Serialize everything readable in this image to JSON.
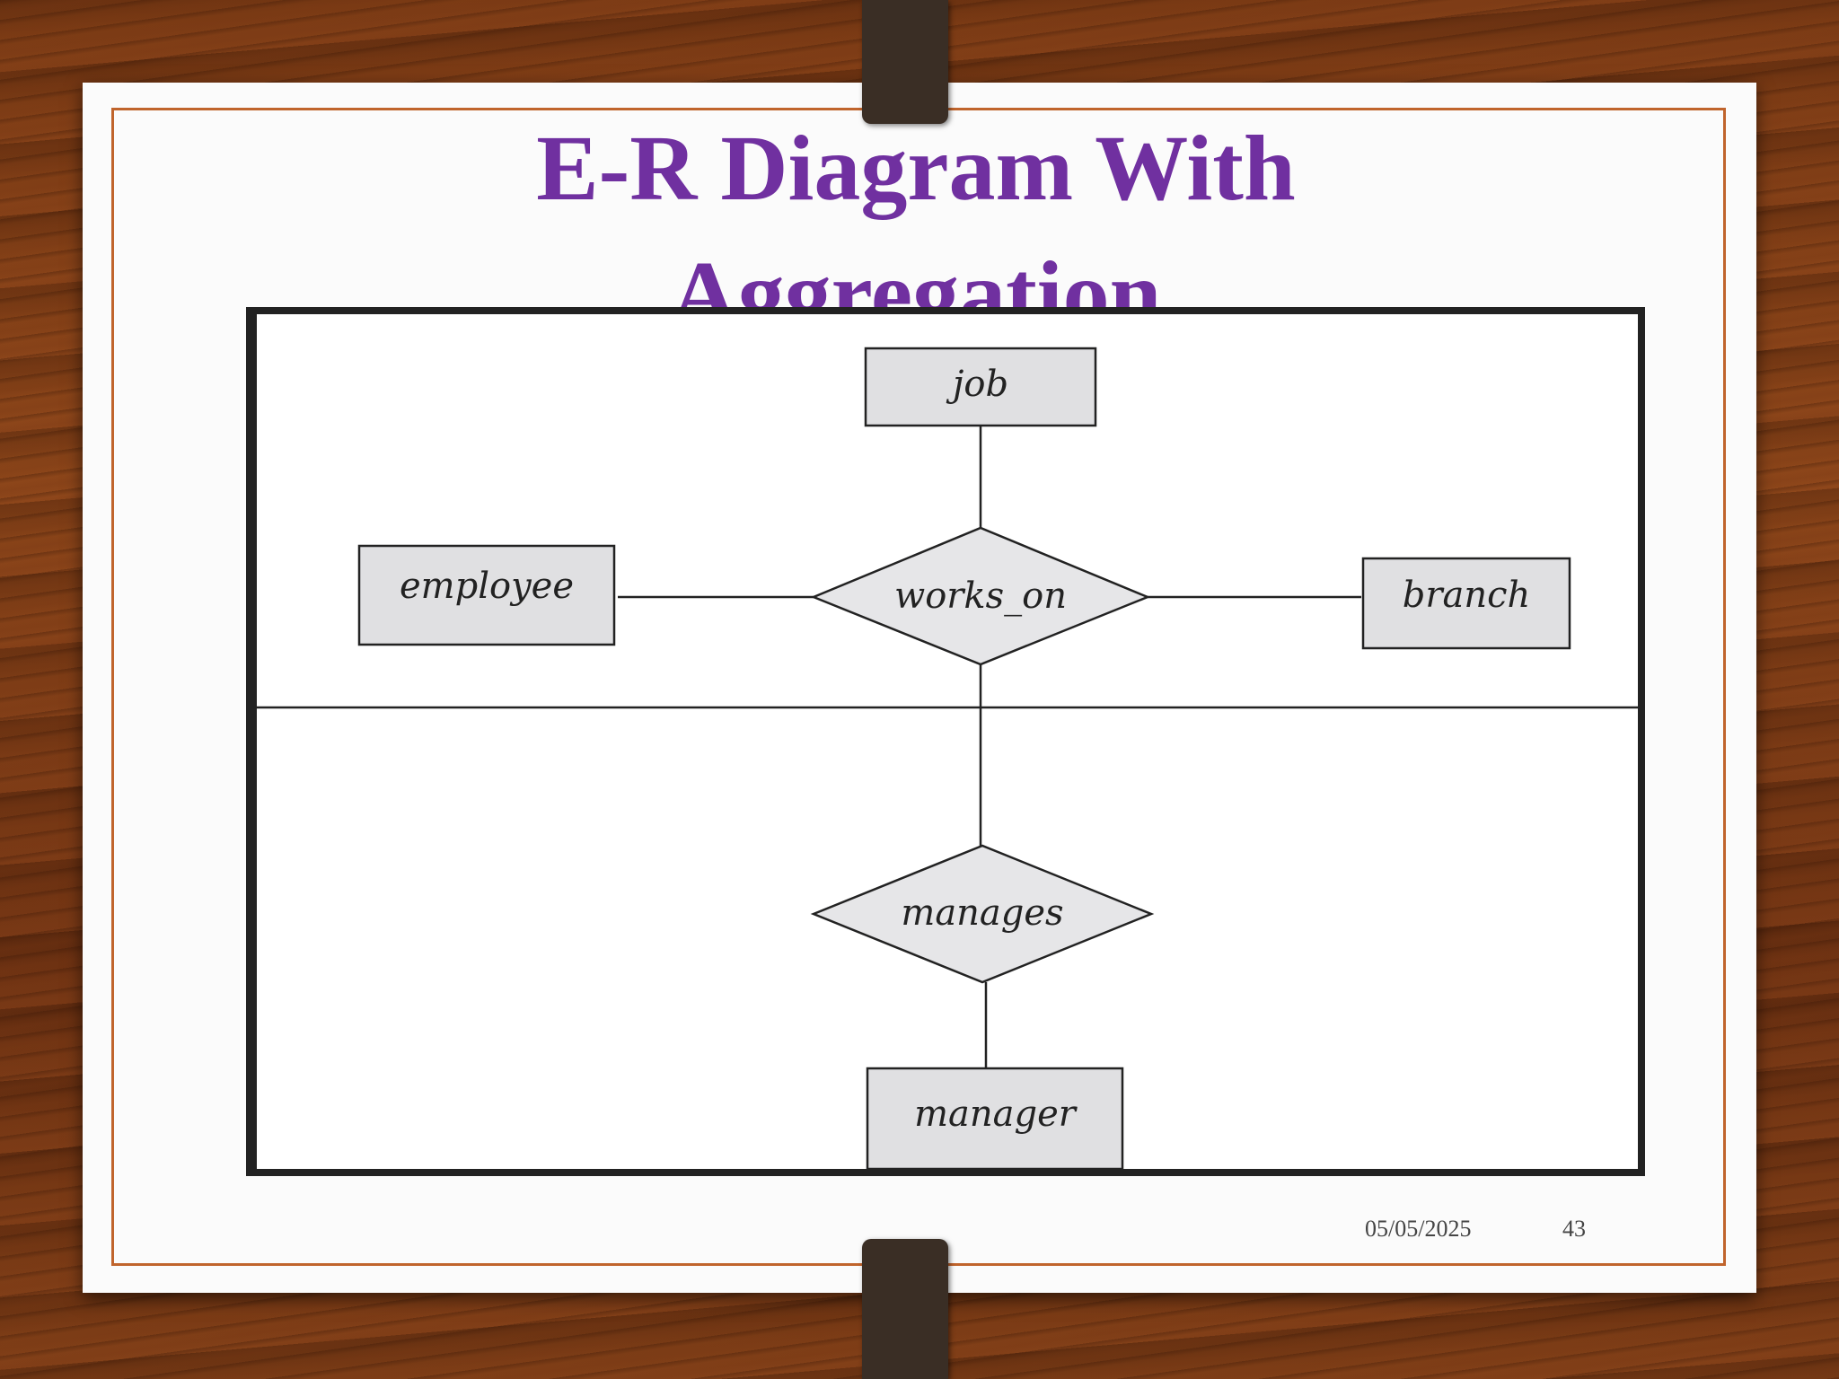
{
  "slide": {
    "title_line1": "E-R Diagram With",
    "title_line2": "Aggregation",
    "date": "05/05/2025",
    "page_number": "43",
    "title_color": "#7030a0",
    "border_color": "#c0642c"
  },
  "diagram": {
    "entities": {
      "job": "job",
      "employee": "employee",
      "branch": "branch",
      "manager": "manager"
    },
    "relationships": {
      "works_on": "works_on",
      "manages": "manages"
    }
  }
}
